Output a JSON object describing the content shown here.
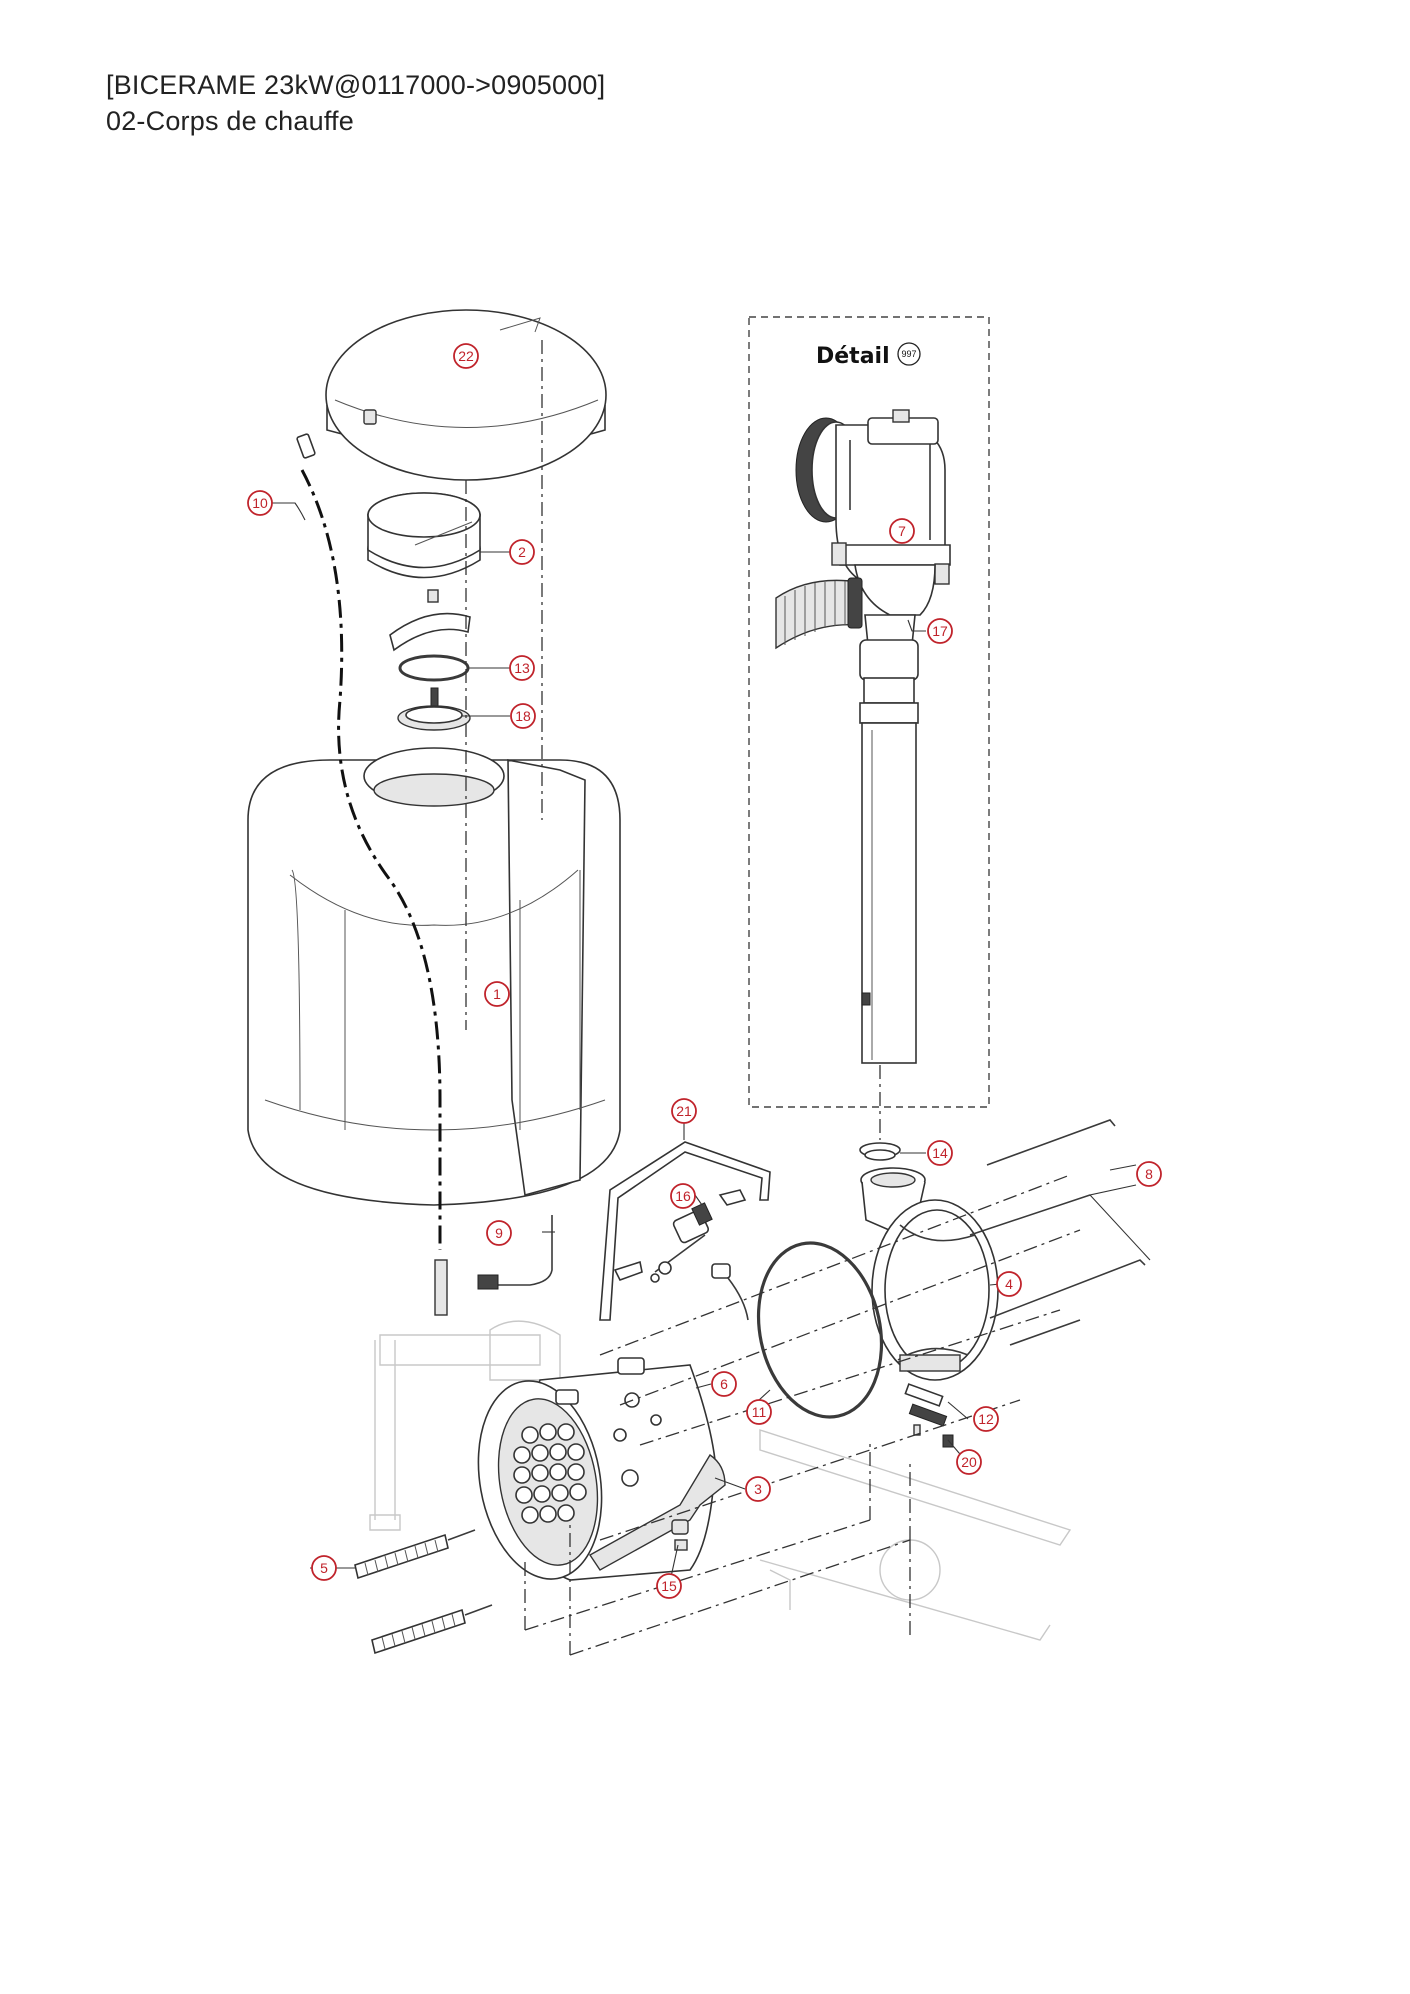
{
  "header": {
    "title": "[BICERAME 23kW@0117000->0905000]",
    "subtitle": "02-Corps de chauffe"
  },
  "detail": {
    "label": "Détail",
    "ref": "997"
  },
  "callouts": [
    {
      "id": "c1",
      "label": "1"
    },
    {
      "id": "c2",
      "label": "2"
    },
    {
      "id": "c3",
      "label": "3"
    },
    {
      "id": "c4",
      "label": "4"
    },
    {
      "id": "c5",
      "label": "5"
    },
    {
      "id": "c6",
      "label": "6"
    },
    {
      "id": "c7",
      "label": "7"
    },
    {
      "id": "c8",
      "label": "8"
    },
    {
      "id": "c9",
      "label": "9"
    },
    {
      "id": "c10",
      "label": "10"
    },
    {
      "id": "c11",
      "label": "11"
    },
    {
      "id": "c12",
      "label": "12"
    },
    {
      "id": "c13",
      "label": "13"
    },
    {
      "id": "c14",
      "label": "14"
    },
    {
      "id": "c15",
      "label": "15"
    },
    {
      "id": "c16",
      "label": "16"
    },
    {
      "id": "c17",
      "label": "17"
    },
    {
      "id": "c18",
      "label": "18"
    },
    {
      "id": "c20",
      "label": "20"
    },
    {
      "id": "c21",
      "label": "21"
    },
    {
      "id": "c22",
      "label": "22"
    }
  ],
  "colors": {
    "callout": "#c0232b",
    "line": "#333333"
  }
}
